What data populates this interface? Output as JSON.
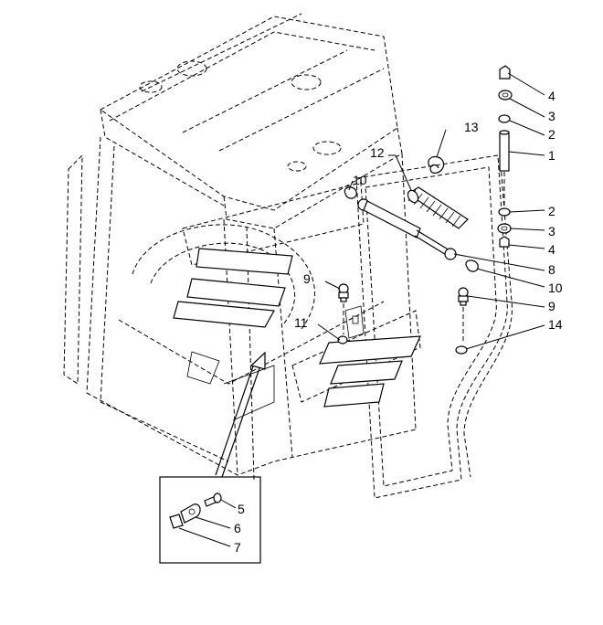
{
  "diagram": {
    "callouts": [
      {
        "id": "c4a",
        "text": "4"
      },
      {
        "id": "c3a",
        "text": "3"
      },
      {
        "id": "c2a",
        "text": "2"
      },
      {
        "id": "c1",
        "text": "1"
      },
      {
        "id": "c13",
        "text": "13"
      },
      {
        "id": "c12",
        "text": "12"
      },
      {
        "id": "c10a",
        "text": "10"
      },
      {
        "id": "c2b",
        "text": "2"
      },
      {
        "id": "c3b",
        "text": "3"
      },
      {
        "id": "c4b",
        "text": "4"
      },
      {
        "id": "c8",
        "text": "8"
      },
      {
        "id": "c9a",
        "text": "9"
      },
      {
        "id": "c10b",
        "text": "10"
      },
      {
        "id": "c9b",
        "text": "9"
      },
      {
        "id": "c11",
        "text": "11"
      },
      {
        "id": "c14",
        "text": "14"
      },
      {
        "id": "c5",
        "text": "5"
      },
      {
        "id": "c6",
        "text": "6"
      },
      {
        "id": "c7",
        "text": "7"
      }
    ]
  }
}
